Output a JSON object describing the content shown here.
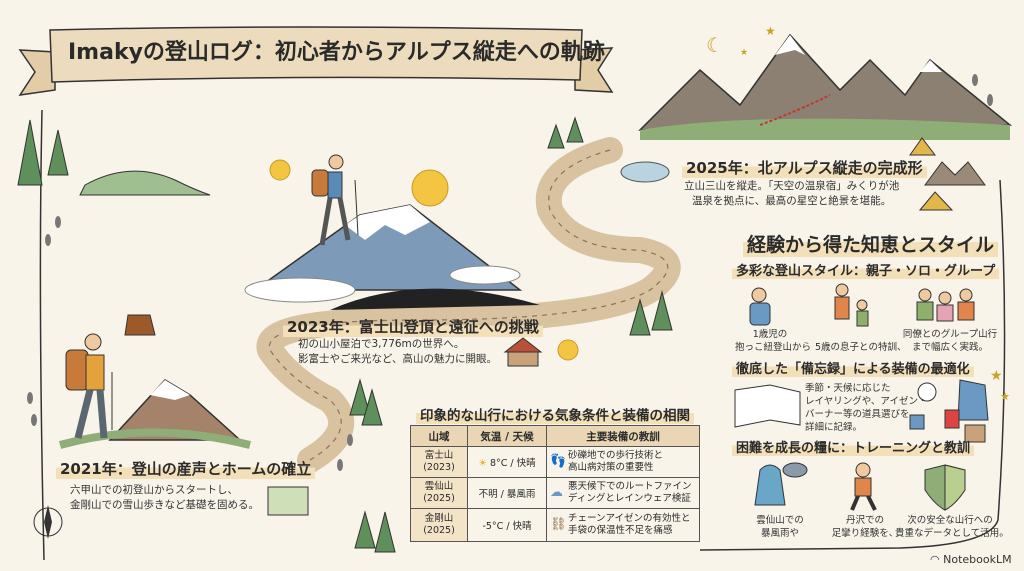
{
  "title": "Imakyの登山ログ：初心者からアルプス縦走への軌跡",
  "timeline": [
    {
      "heading": "2021年：登山の産声とホームの確立",
      "lines": [
        "六甲山での初登山からスタートし、",
        "金剛山での雪山歩きなど基礎を固める。"
      ]
    },
    {
      "heading": "2023年：富士山登頂と遠征への挑戦",
      "lines": [
        "初の山小屋泊で3,776mの世界へ。",
        "影富士やご来光など、高山の魅力に開眼。"
      ]
    },
    {
      "heading": "2025年：北アルプス縦走の完成形",
      "lines": [
        "立山三山を縦走。「天空の温泉宿」みくりが池",
        "温泉を拠点に、最高の星空と絶景を堪能。"
      ]
    }
  ],
  "weather_table": {
    "title": "印象的な山行における気象条件と装備の相関",
    "headers": [
      "山域",
      "気温 / 天候",
      "主要装備の教訓"
    ],
    "rows": [
      {
        "mountain": "富士山",
        "year": "(2023)",
        "weather": "8°C / 快晴",
        "weather_icon": "sun-icon",
        "gear_icon": "footprints-icon",
        "lesson": [
          "砂礫地での歩行技術と",
          "高山病対策の重要性"
        ]
      },
      {
        "mountain": "雲仙山",
        "year": "(2025)",
        "weather": "不明 / 暴風雨",
        "weather_icon": "",
        "gear_icon": "rain-cloud-icon",
        "lesson": [
          "悪天候下でのルートファイン",
          "ディングとレインウェア検証"
        ]
      },
      {
        "mountain": "金剛山",
        "year": "(2025)",
        "weather": "-5°C / 快晴",
        "weather_icon": "",
        "gear_icon": "crampons-icon",
        "lesson": [
          "チェーンアイゼンの有効性と",
          "手袋の保温性不足を痛感"
        ]
      }
    ]
  },
  "wisdom": {
    "heading": "経験から得た知恵とスタイル",
    "styles": {
      "heading": "多彩な登山スタイル：親子・ソロ・グループ",
      "items": [
        {
          "icon": "parent-baby-icon",
          "lines": [
            "1歳児の",
            "抱っこ紐登山から"
          ]
        },
        {
          "icon": "parent-child-icon",
          "lines": [
            "5歳の息子との特訓、"
          ]
        },
        {
          "icon": "group-icon",
          "lines": [
            "同僚とのグループ山行",
            "まで幅広く実践。"
          ]
        }
      ]
    },
    "memo": {
      "heading": "徹底した「備忘録」による装備の最適化",
      "lines": [
        "季節・天候に応じた",
        "レイヤリングや、アイゼン・",
        "バーナー等の道具選びを",
        "詳細に記録。"
      ]
    },
    "growth": {
      "heading": "困難を成長の糧に：トレーニングと教訓",
      "items": [
        {
          "icon": "storm-hiker-icon",
          "lines": [
            "雲仙山での",
            "暴風雨や"
          ]
        },
        {
          "icon": "cramp-hiker-icon",
          "lines": [
            "丹沢での",
            "足攣り経験を、"
          ]
        },
        {
          "icon": "shield-icon",
          "lines": [
            "次の安全な山行への",
            "貴重なデータとして活用。"
          ]
        }
      ]
    }
  },
  "footer": {
    "logo": "NotebookLM"
  },
  "colors": {
    "background": "#f8f4ea",
    "highlight": "#f3dfb8",
    "banner": "#ecdcbd",
    "road": "#d8c2a0"
  }
}
